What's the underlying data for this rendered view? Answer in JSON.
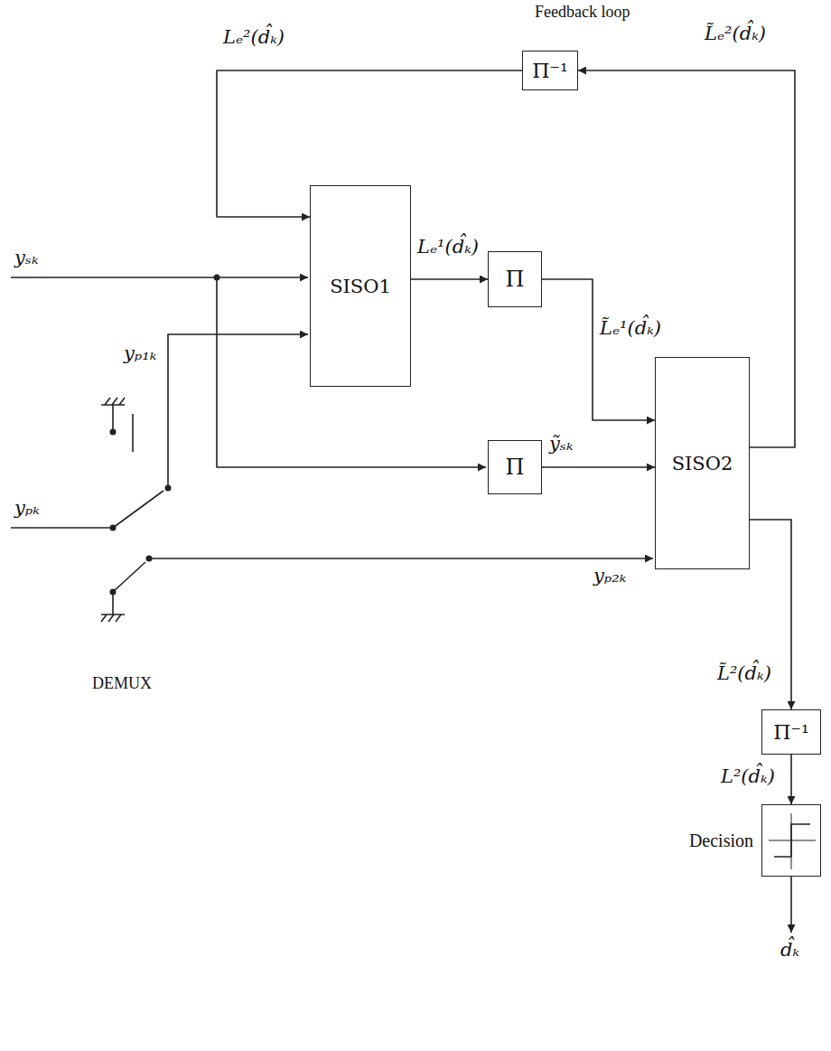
{
  "diagram": {
    "nodes": [
      {
        "text": [
          "Π⁻¹"
        ]
      },
      {
        "text": [
          "SISO1"
        ]
      },
      {
        "text": [
          "Π"
        ]
      },
      {
        "text": [
          "Π"
        ]
      },
      {
        "text": [
          "SISO2"
        ]
      },
      {
        "text": [
          "Π⁻¹"
        ]
      },
      {
        "text": [
          "Decision"
        ]
      }
    ],
    "edges": [
      {
        "from": 4,
        "to": 0,
        "arrow": "to",
        "label": "L̃ₑ²(d̂ₖ)"
      },
      {
        "from": 0,
        "to": 1,
        "arrow": "to",
        "label": "Lₑ²(d̂ₖ)"
      },
      {
        "from": 1,
        "to": 2,
        "arrow": "to",
        "label": "Lₑ¹(d̂ₖ)"
      },
      {
        "from": 2,
        "to": 4,
        "arrow": "to",
        "label": "L̃ₑ¹(d̂ₖ)"
      },
      {
        "from": 3,
        "to": 4,
        "arrow": "to",
        "label": "ỹₛₖ"
      },
      {
        "from": 4,
        "to": 5,
        "arrow": "to",
        "label": "L̃²(d̂ₖ)"
      },
      {
        "from": 5,
        "to": 6,
        "arrow": "to",
        "label": "L²(d̂ₖ)"
      }
    ],
    "labels": [
      "Feedback loop",
      "yₛₖ",
      "yₚ₁ₖ",
      "yₚₖ",
      "yₚ₂ₖ",
      "DEMUX",
      "d̂ₖ"
    ]
  }
}
